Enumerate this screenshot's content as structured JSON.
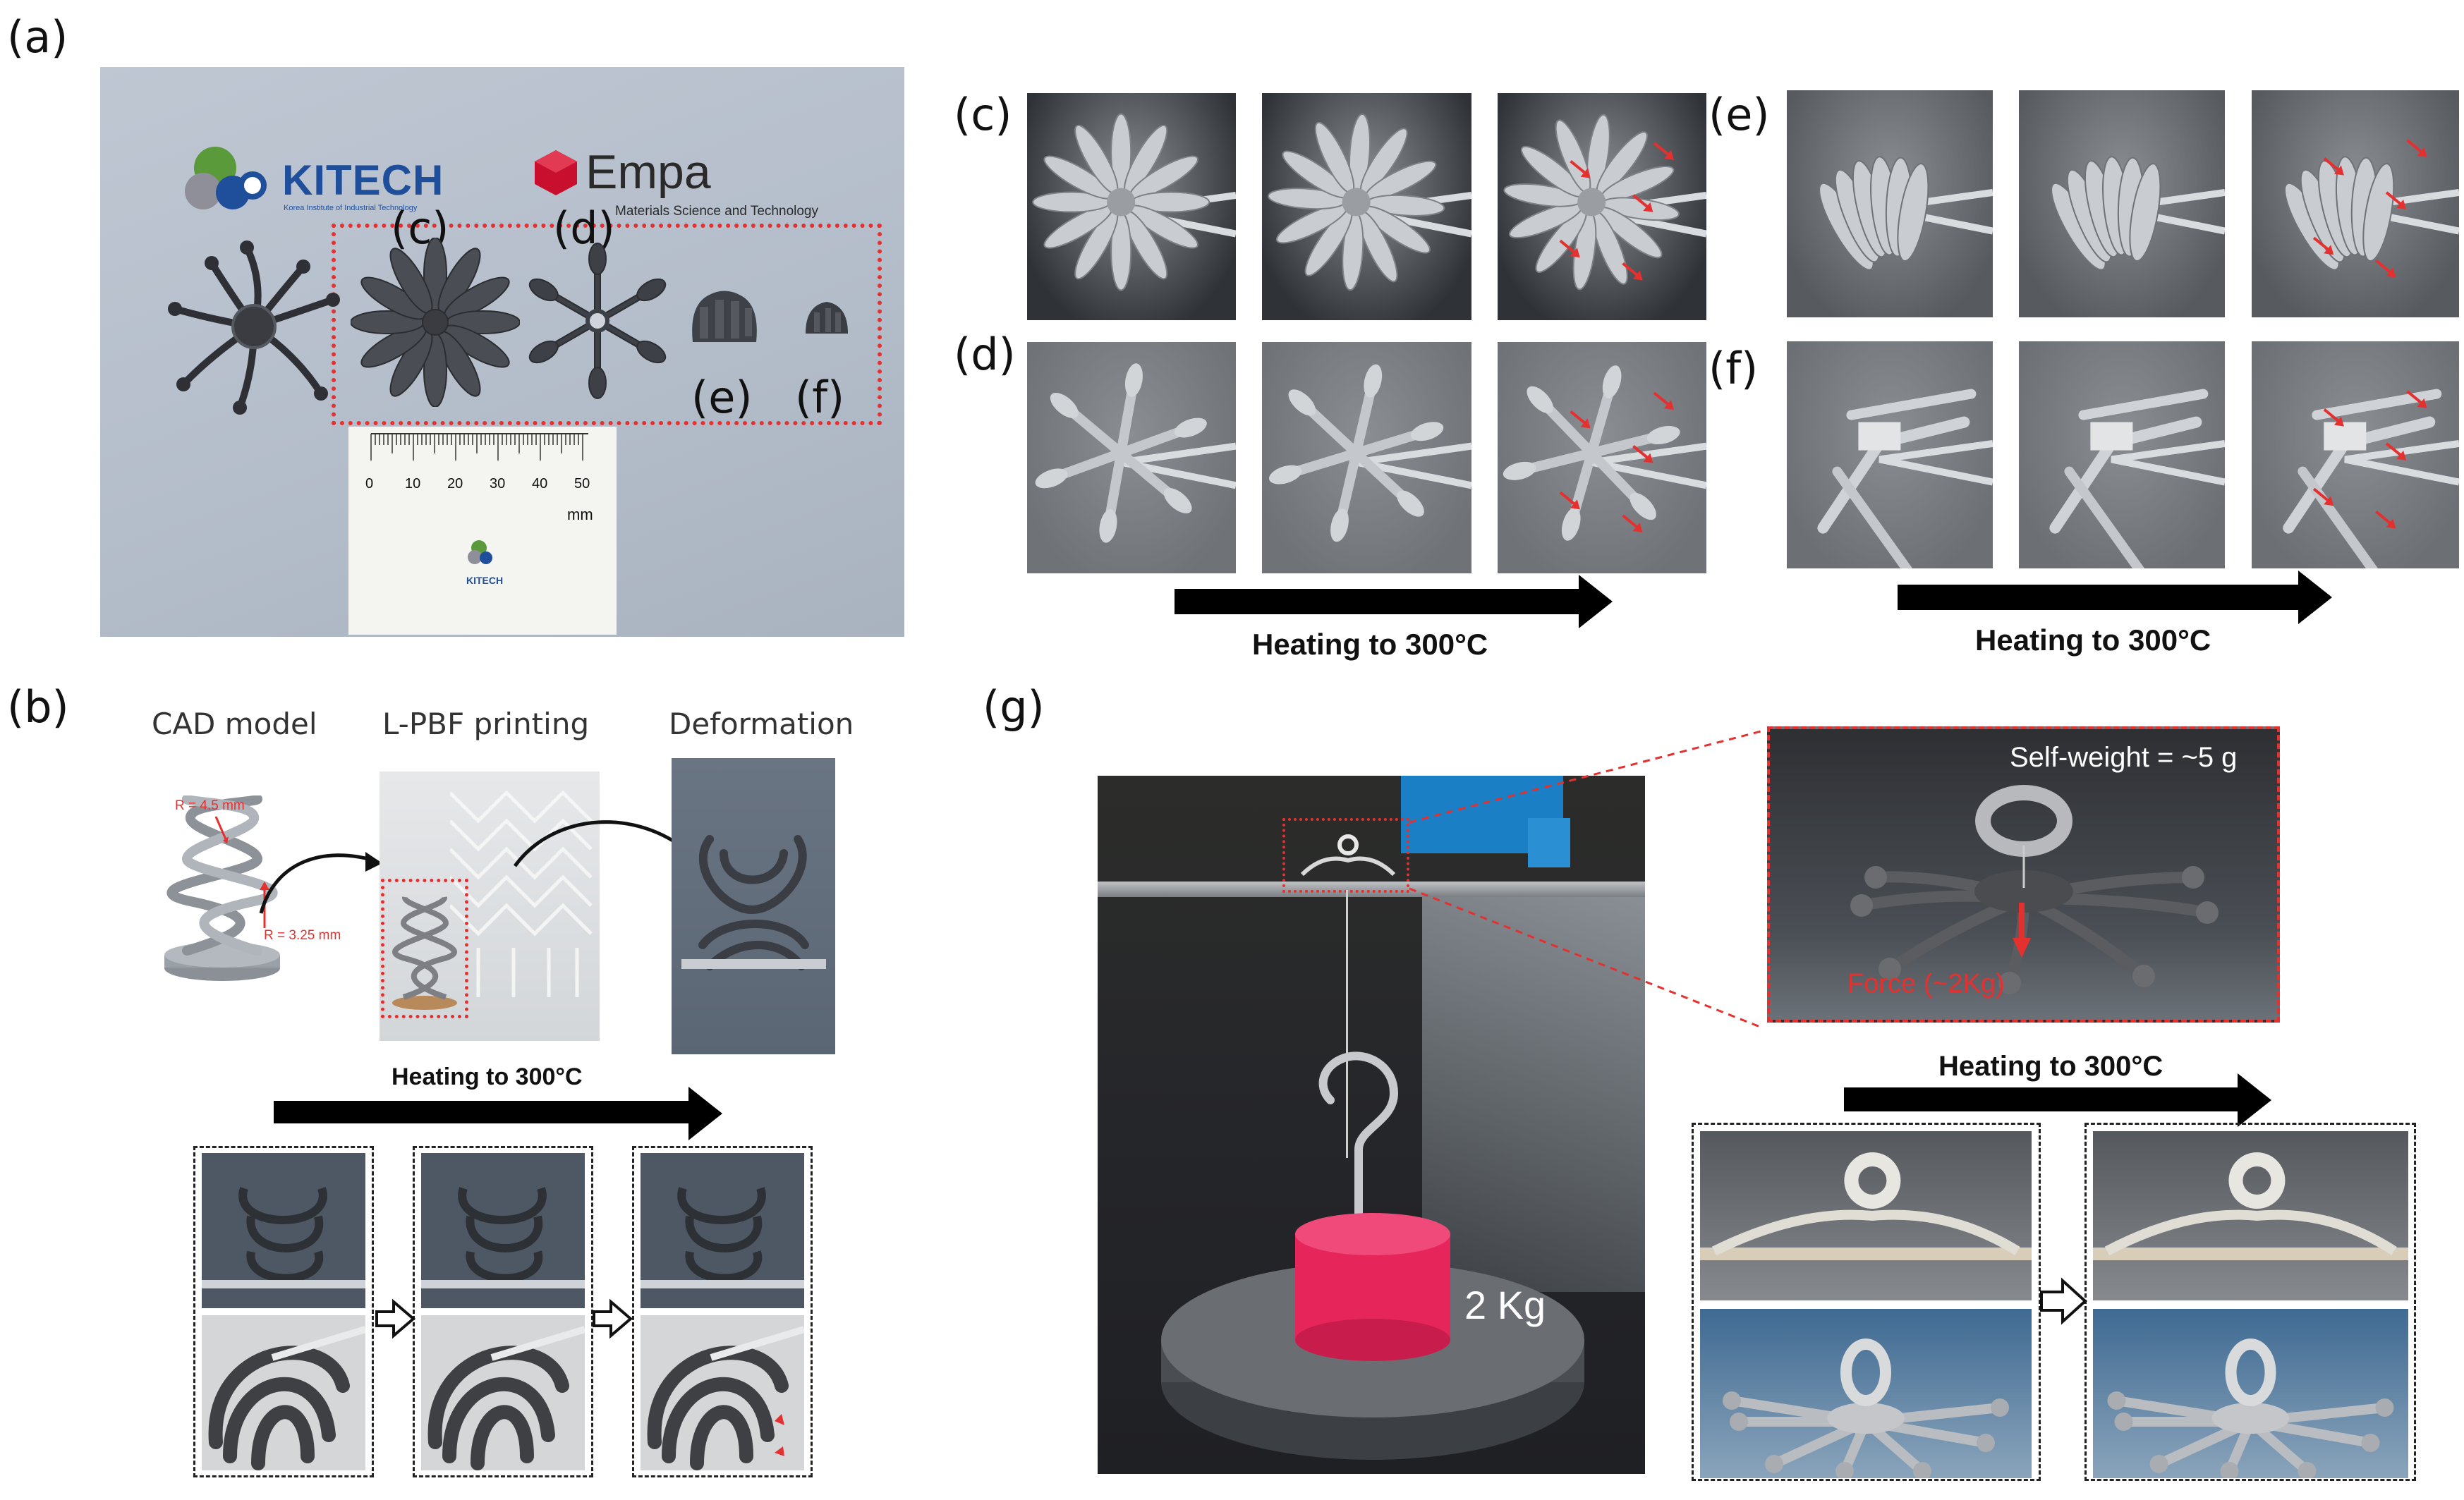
{
  "panels": {
    "a": "(a)",
    "b": "(b)",
    "c": "(c)",
    "d": "(d)",
    "e": "(e)",
    "f": "(f)",
    "g": "(g)"
  },
  "panel_a": {
    "logo_kitech": "KITECH",
    "logo_kitech_sub": "Korea Institute of Industrial Technology",
    "logo_empa": "Empa",
    "logo_empa_sub": "Materials Science and Technology",
    "tag_c": "(c)",
    "tag_d": "(d)",
    "tag_e": "(e)",
    "tag_f": "(f)",
    "ruler_ticks": [
      "0",
      "10",
      "20",
      "30",
      "40",
      "50"
    ],
    "ruler_unit": "mm",
    "card_logo": "KITECH"
  },
  "panel_b": {
    "col1": "CAD model",
    "col2": "L-PBF printing",
    "col3": "Deformation",
    "r_outer": "R = 4.5 mm",
    "r_inner": "R = 3.25 mm",
    "heating": "Heating to 300°C"
  },
  "panel_cdef": {
    "heating_left": "Heating to 300°C",
    "heating_right": "Heating to 300°C"
  },
  "panel_g": {
    "self_weight": "Self-weight = ~5 g",
    "force": "Force (~2Kg)",
    "mass": "2 Kg",
    "heating": "Heating to 300°C"
  },
  "colors": {
    "accent_red": "#e53030",
    "kitech_blue": "#1f4f9b",
    "empa_red": "#c8102e",
    "weight_pink": "#f0386b"
  }
}
